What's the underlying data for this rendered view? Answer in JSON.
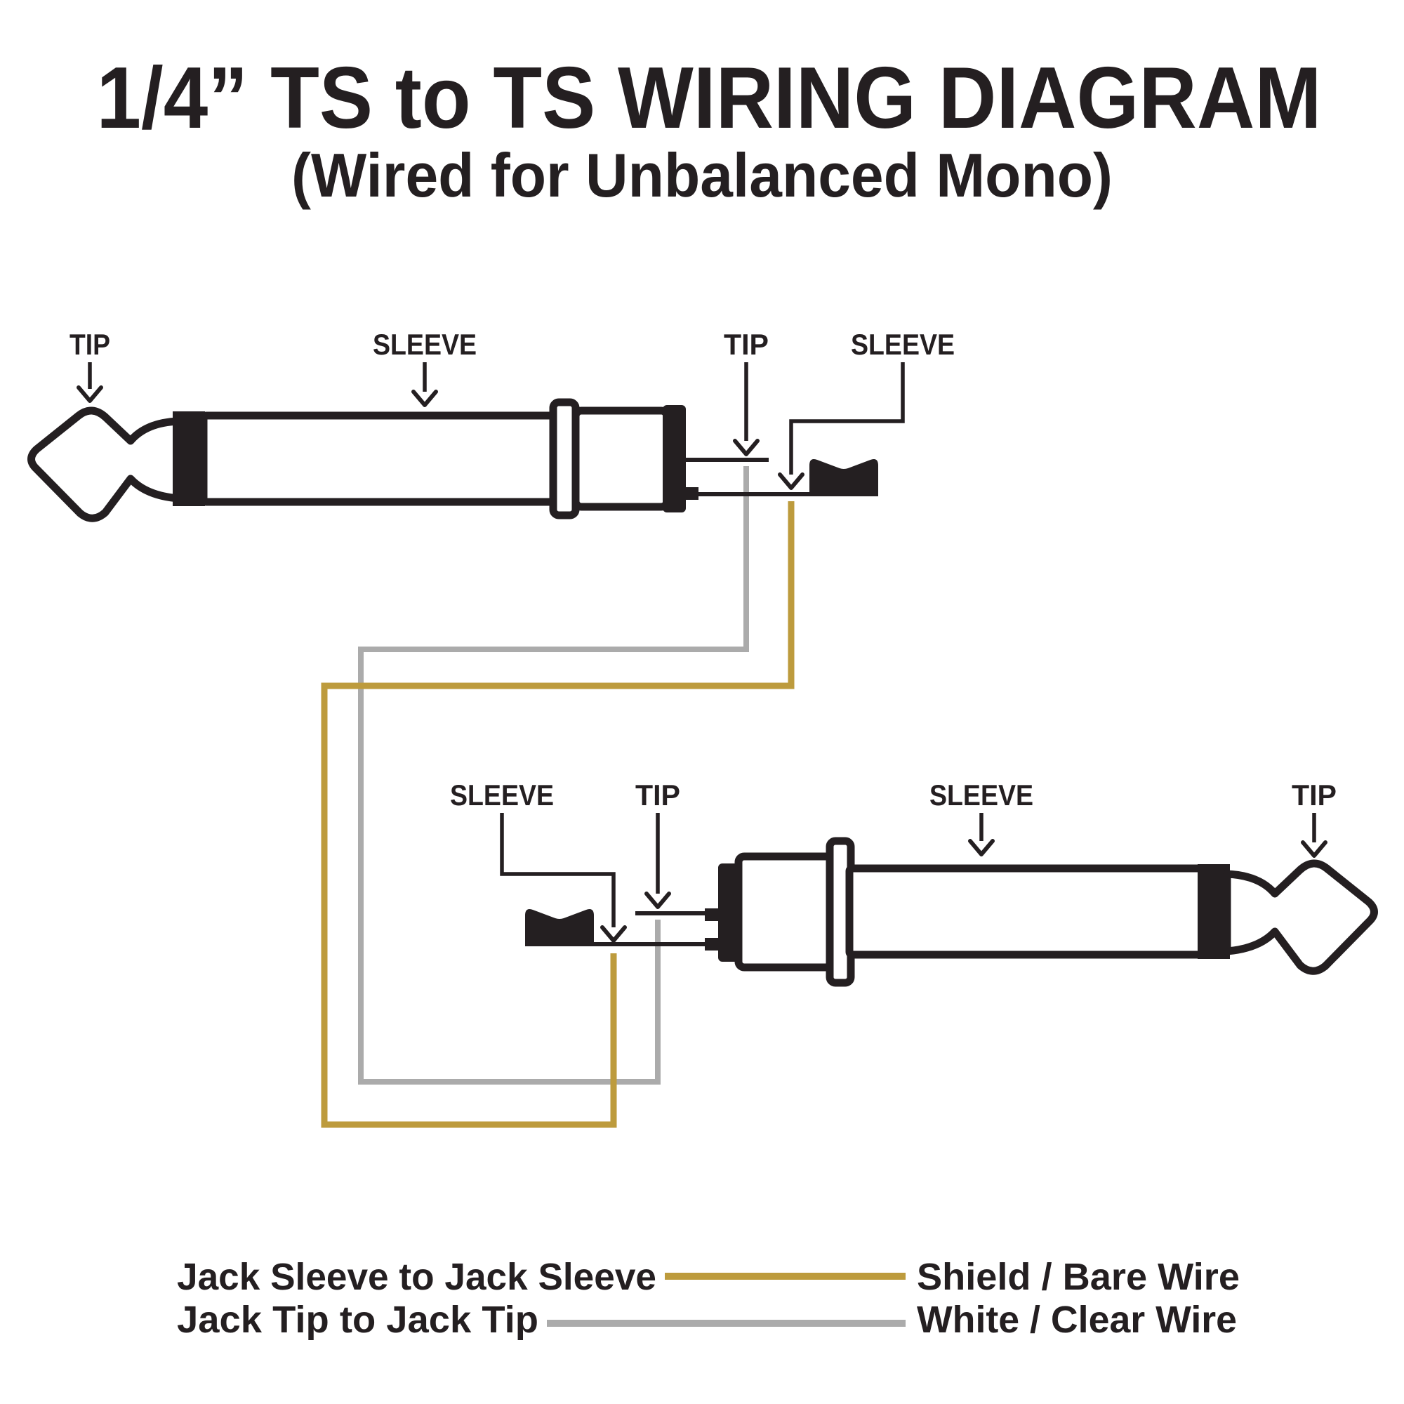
{
  "title": "1/4” TS to TS WIRING DIAGRAM",
  "subtitle": "(Wired for Unbalanced Mono)",
  "colors": {
    "ink": "#241f21",
    "shield_wire": "#bd9b3d",
    "clear_wire": "#ababab",
    "background": "#ffffff"
  },
  "top_connector": {
    "plug_tip_label": "TIP",
    "plug_sleeve_label": "SLEEVE",
    "jack_tip_label": "TIP",
    "jack_sleeve_label": "SLEEVE"
  },
  "bottom_connector": {
    "jack_sleeve_label": "SLEEVE",
    "jack_tip_label": "TIP",
    "plug_sleeve_label": "SLEEVE",
    "plug_tip_label": "TIP"
  },
  "legend": {
    "rows": [
      {
        "connection": "Jack Sleeve to Jack Sleeve",
        "wire": "Shield / Bare Wire"
      },
      {
        "connection": "Jack Tip to Jack Tip",
        "wire": "White / Clear Wire"
      }
    ]
  }
}
